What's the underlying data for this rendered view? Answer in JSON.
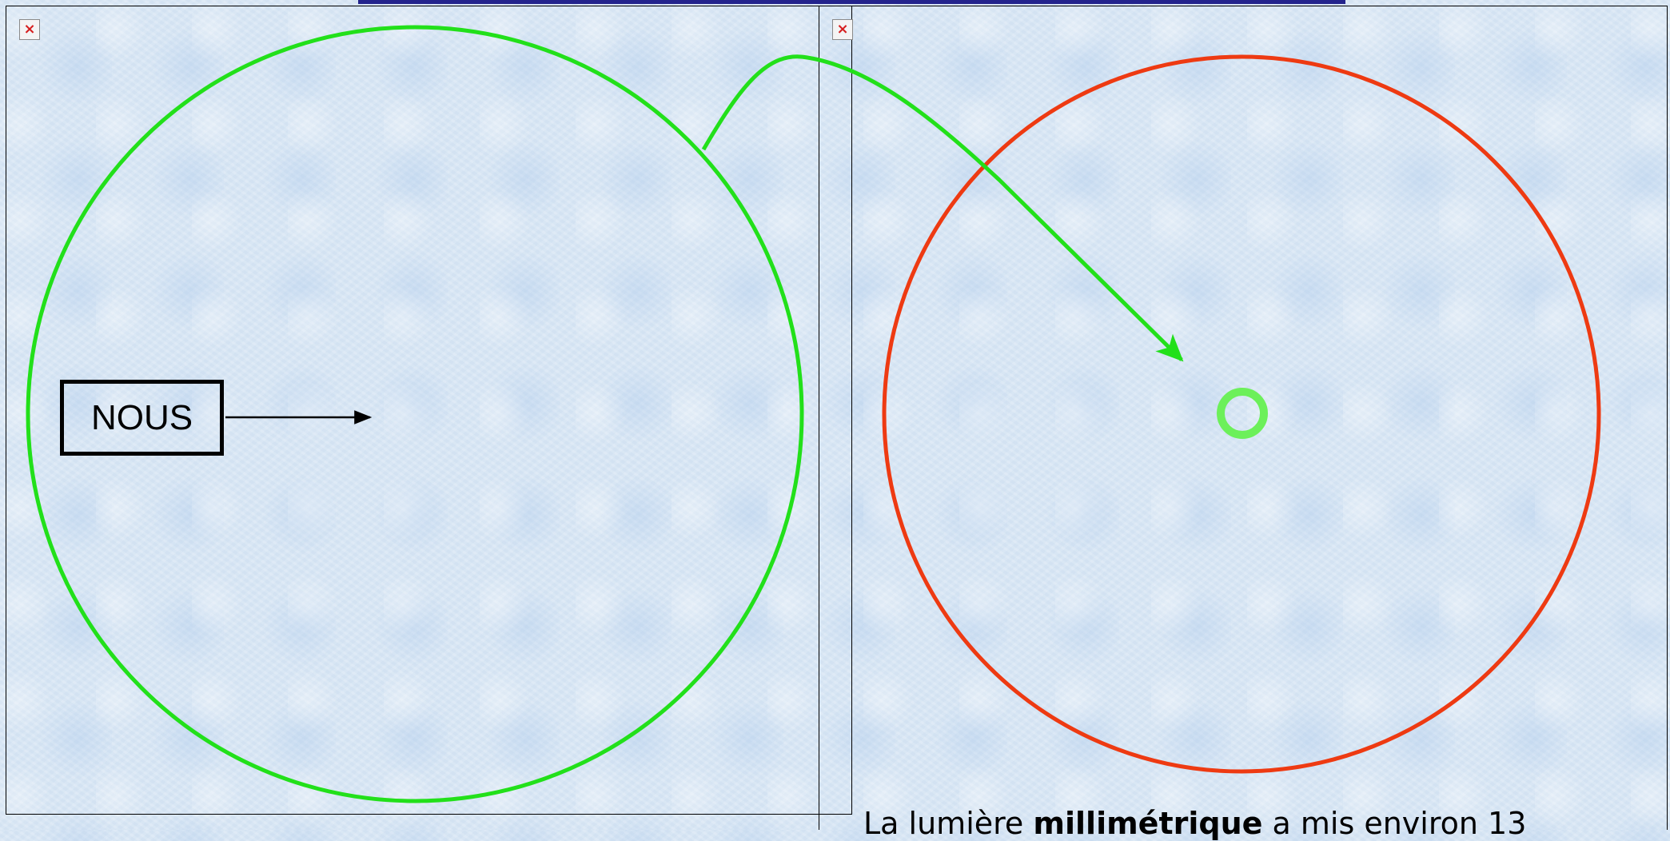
{
  "diagram": {
    "box_label": "NOUS",
    "caption": {
      "before": "La lumière ",
      "bold": "millimétrique",
      "after": " a mis environ 13"
    }
  },
  "colors": {
    "observable_circle": "#22e01a",
    "light_path": "#22e01a",
    "past_circle": "#ee3a12",
    "small_circle": "#6cf05a",
    "top_bar": "#23238c",
    "background": "#d8e6f4"
  },
  "icons": {
    "left_image": "broken-image-icon",
    "right_image": "broken-image-icon"
  }
}
